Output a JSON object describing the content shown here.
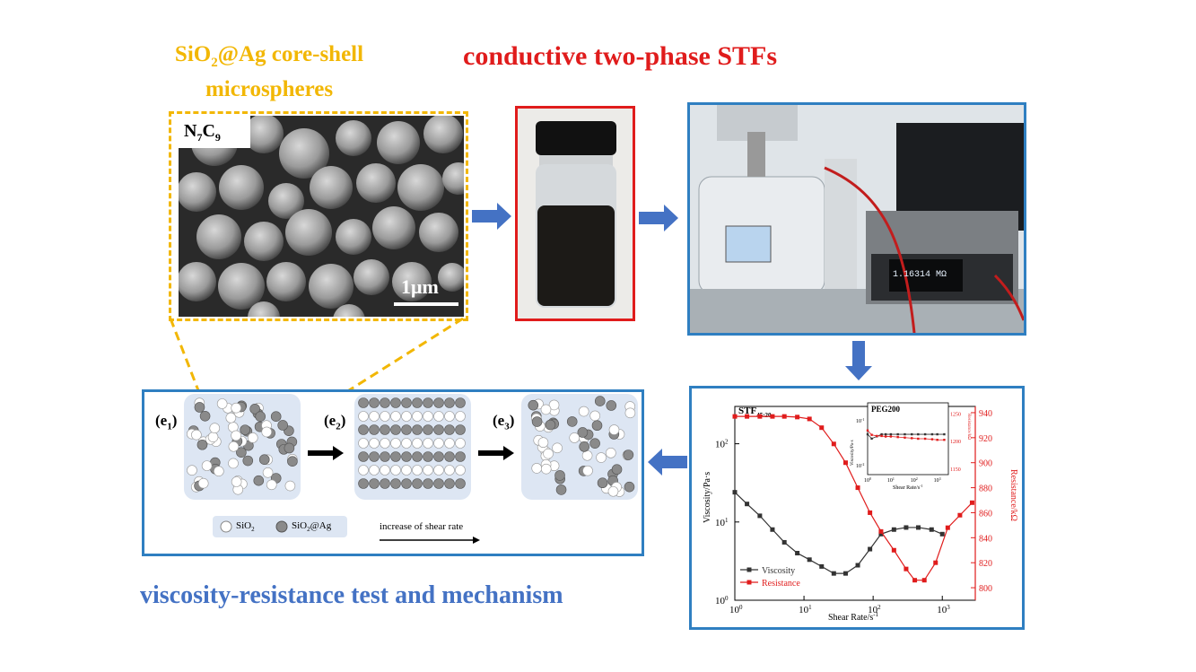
{
  "titles": {
    "microspheres_line1": "SiO",
    "microspheres_line1_sub": "2",
    "microspheres_line1_rest": "@Ag core-shell",
    "microspheres_line2": "microspheres",
    "stf": "conductive two-phase STFs",
    "mechanism": "viscosity-resistance test and mechanism"
  },
  "sem": {
    "label_n": "N",
    "label_n_sub": "7",
    "label_c": "C",
    "label_c_sub": "9",
    "scale": "1μm"
  },
  "mechanism": {
    "e1": "(e",
    "e1_sub": "1",
    "e2": "(e",
    "e2_sub": "2",
    "e3": "(e",
    "e3_sub": "3",
    "close": ")",
    "legend_sio2": "SiO",
    "legend_sio2_sub": "2",
    "legend_sioag": "SiO",
    "legend_sioag_sub": "2",
    "legend_sioag_rest": "@Ag",
    "shear_label": "increase of shear rate"
  },
  "meter": {
    "readout": "1.16314 MΩ"
  },
  "colors": {
    "gold": "#f2b705",
    "red": "#e01c1c",
    "blue": "#2f7fc1",
    "arrow": "#4472c4"
  },
  "chart_data": {
    "type": "line",
    "title": "STF",
    "title_sub": "45:20",
    "xlabel": "Shear Rate/s",
    "xlabel_sup": "-1",
    "ylabel_left": "Viscosity/Pa·s",
    "ylabel_right": "Resistance/kΩ",
    "x_scale": "log",
    "xlim": [
      1,
      3000
    ],
    "ylim_left": [
      1,
      300
    ],
    "ylim_right": [
      790,
      945
    ],
    "x_ticks": [
      {
        "base": "10",
        "exp": "0"
      },
      {
        "base": "10",
        "exp": "1"
      },
      {
        "base": "10",
        "exp": "2"
      },
      {
        "base": "10",
        "exp": "3"
      }
    ],
    "y_left_ticks": [
      {
        "base": "10",
        "exp": "0"
      },
      {
        "base": "10",
        "exp": "1"
      },
      {
        "base": "10",
        "exp": "2"
      }
    ],
    "y_right_ticks": [
      "800",
      "820",
      "840",
      "860",
      "880",
      "900",
      "920",
      "940"
    ],
    "series": [
      {
        "name": "Viscosity",
        "color": "#333333",
        "axis": "left",
        "x": [
          1,
          1.5,
          2.3,
          3.5,
          5.2,
          8,
          12,
          18,
          27,
          40,
          60,
          90,
          130,
          200,
          300,
          450,
          700,
          1000
        ],
        "y": [
          24,
          17,
          12,
          8,
          5.5,
          4,
          3.3,
          2.7,
          2.2,
          2.2,
          2.8,
          4.5,
          7,
          8,
          8.5,
          8.5,
          8,
          7
        ]
      },
      {
        "name": "Resistance",
        "color": "#e01c1c",
        "axis": "right",
        "x": [
          1,
          1.5,
          2.3,
          3.5,
          5.2,
          8,
          12,
          18,
          27,
          40,
          60,
          90,
          130,
          200,
          300,
          400,
          550,
          800,
          1200,
          1800,
          2700
        ],
        "y": [
          937,
          937,
          937,
          937,
          937,
          936.5,
          935,
          928,
          915,
          900,
          880,
          860,
          845,
          830,
          815,
          806,
          806,
          820,
          848,
          858,
          868
        ]
      }
    ],
    "inset": {
      "title": "PEG200",
      "xlabel": "Shear Rate/s",
      "xlabel_sup": "-1",
      "ylabel_left": "Viscosity/Pa·s",
      "ylabel_right": "Resistance/kΩ",
      "x_ticks": [
        {
          "base": "10",
          "exp": "0"
        },
        {
          "base": "10",
          "exp": "1"
        },
        {
          "base": "10",
          "exp": "2"
        },
        {
          "base": "10",
          "exp": "3"
        }
      ],
      "y_left_ticks": [
        {
          "base": "10",
          "exp": "-1"
        },
        {
          "base": "10",
          "exp": "-2"
        }
      ],
      "y_right_ticks": [
        "1250",
        "1200",
        "1150"
      ],
      "series": [
        {
          "name": "Viscosity",
          "color": "#333333",
          "x": [
            1,
            1.5,
            2.5,
            4,
            6,
            10,
            20,
            40,
            80,
            150,
            300,
            600,
            1000,
            2000
          ],
          "y": [
            0.05,
            0.04,
            0.045,
            0.05,
            0.05,
            0.05,
            0.05,
            0.05,
            0.05,
            0.05,
            0.05,
            0.05,
            0.05,
            0.05
          ]
        },
        {
          "name": "Resistance",
          "color": "#e01c1c",
          "x": [
            1,
            1.5,
            2.5,
            4,
            6,
            10,
            20,
            40,
            80,
            150,
            300,
            600,
            1000,
            2000
          ],
          "y": [
            1220,
            1212,
            1210,
            1210,
            1209,
            1209,
            1208,
            1207,
            1206,
            1205,
            1205,
            1204,
            1203,
            1203
          ]
        }
      ]
    },
    "legend_position": "bottom-left"
  }
}
